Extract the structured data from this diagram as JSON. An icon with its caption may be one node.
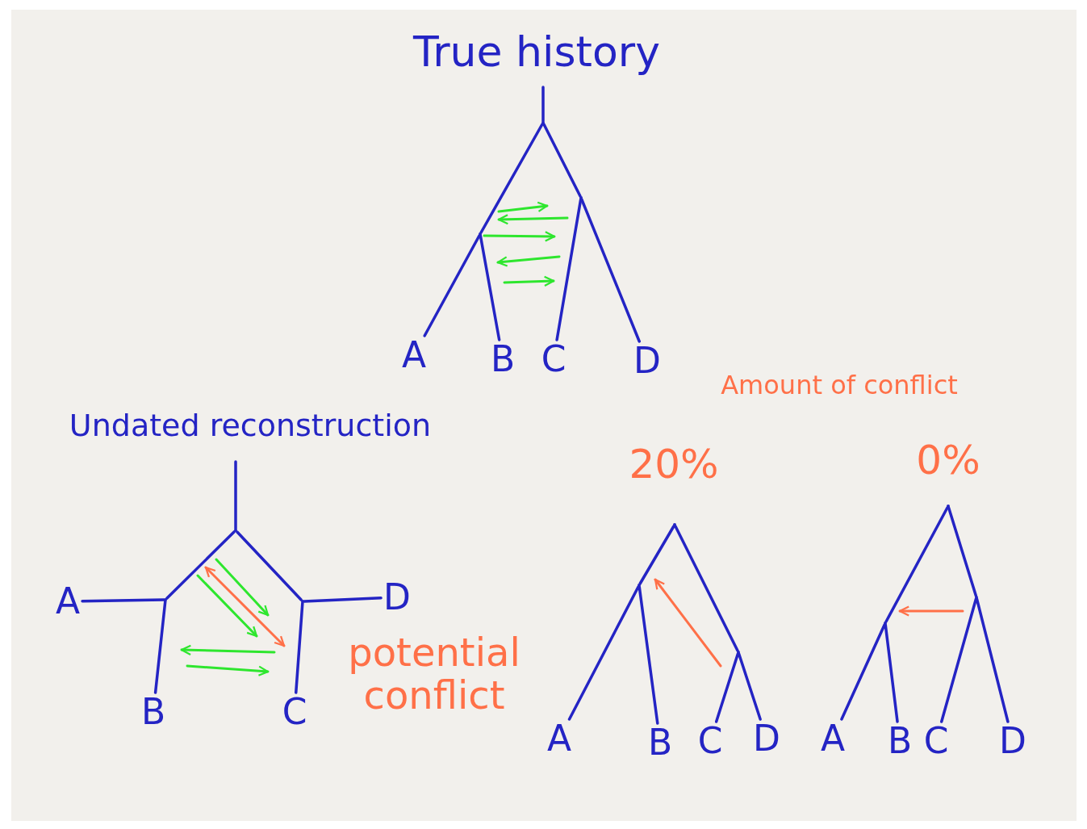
{
  "diagram": {
    "nodes": [
      {
        "text": [],
        "shape": "point"
      },
      {
        "text": [],
        "shape": "point"
      },
      {
        "text": [],
        "shape": "point"
      },
      {
        "text": [
          "A"
        ]
      },
      {
        "text": [
          "B"
        ]
      },
      {
        "text": [
          "C"
        ]
      },
      {
        "text": [
          "D"
        ]
      },
      {
        "text": [],
        "shape": "point"
      },
      {
        "text": [],
        "shape": "point"
      },
      {
        "text": [],
        "shape": "point"
      },
      {
        "text": [
          "A"
        ]
      },
      {
        "text": [
          "B"
        ]
      },
      {
        "text": [
          "C"
        ]
      },
      {
        "text": [
          "D"
        ]
      },
      {
        "text": [],
        "shape": "point"
      },
      {
        "text": [],
        "shape": "point"
      },
      {
        "text": [],
        "shape": "point"
      },
      {
        "text": [
          "A"
        ]
      },
      {
        "text": [
          "B"
        ]
      },
      {
        "text": [
          "C"
        ]
      },
      {
        "text": [
          "D"
        ]
      },
      {
        "text": [],
        "shape": "point"
      },
      {
        "text": [],
        "shape": "point"
      },
      {
        "text": [],
        "shape": "point"
      },
      {
        "text": [
          "A"
        ]
      },
      {
        "text": [
          "B"
        ]
      },
      {
        "text": [
          "C"
        ]
      },
      {
        "text": [
          "D"
        ]
      }
    ],
    "edges": [
      {
        "from": null,
        "to": 0,
        "arrow": "none"
      },
      {
        "from": 0,
        "to": 1,
        "arrow": "none"
      },
      {
        "from": 1,
        "to": 3,
        "arrow": "none"
      },
      {
        "from": 1,
        "to": 4,
        "arrow": "none"
      },
      {
        "from": 0,
        "to": 2,
        "arrow": "none"
      },
      {
        "from": 2,
        "to": 5,
        "arrow": "none"
      },
      {
        "from": 2,
        "to": 6,
        "arrow": "none"
      },
      {
        "from": null,
        "to": 7,
        "arrow": "none"
      },
      {
        "from": 7,
        "to": 8,
        "arrow": "none"
      },
      {
        "from": 8,
        "to": 10,
        "arrow": "none"
      },
      {
        "from": 8,
        "to": 11,
        "arrow": "none"
      },
      {
        "from": 7,
        "to": 9,
        "arrow": "none"
      },
      {
        "from": 9,
        "to": 13,
        "arrow": "none"
      },
      {
        "from": 9,
        "to": 12,
        "arrow": "none"
      },
      {
        "from": 14,
        "to": 15,
        "arrow": "none"
      },
      {
        "from": 15,
        "to": 17,
        "arrow": "none"
      },
      {
        "from": 15,
        "to": 18,
        "arrow": "none"
      },
      {
        "from": 14,
        "to": 16,
        "arrow": "none"
      },
      {
        "from": 16,
        "to": 19,
        "arrow": "none"
      },
      {
        "from": 16,
        "to": 20,
        "arrow": "none"
      },
      {
        "from": 21,
        "to": 22,
        "arrow": "none"
      },
      {
        "from": 22,
        "to": 24,
        "arrow": "none"
      },
      {
        "from": 22,
        "to": 25,
        "arrow": "none"
      },
      {
        "from": 21,
        "to": 23,
        "arrow": "none"
      },
      {
        "from": 23,
        "to": 26,
        "arrow": "none"
      },
      {
        "from": 23,
        "to": 27,
        "arrow": "none"
      }
    ],
    "labels": [
      "True history",
      "Undated reconstruction",
      "Amount of conflict",
      "20%",
      "0%",
      "potential conflict"
    ]
  }
}
